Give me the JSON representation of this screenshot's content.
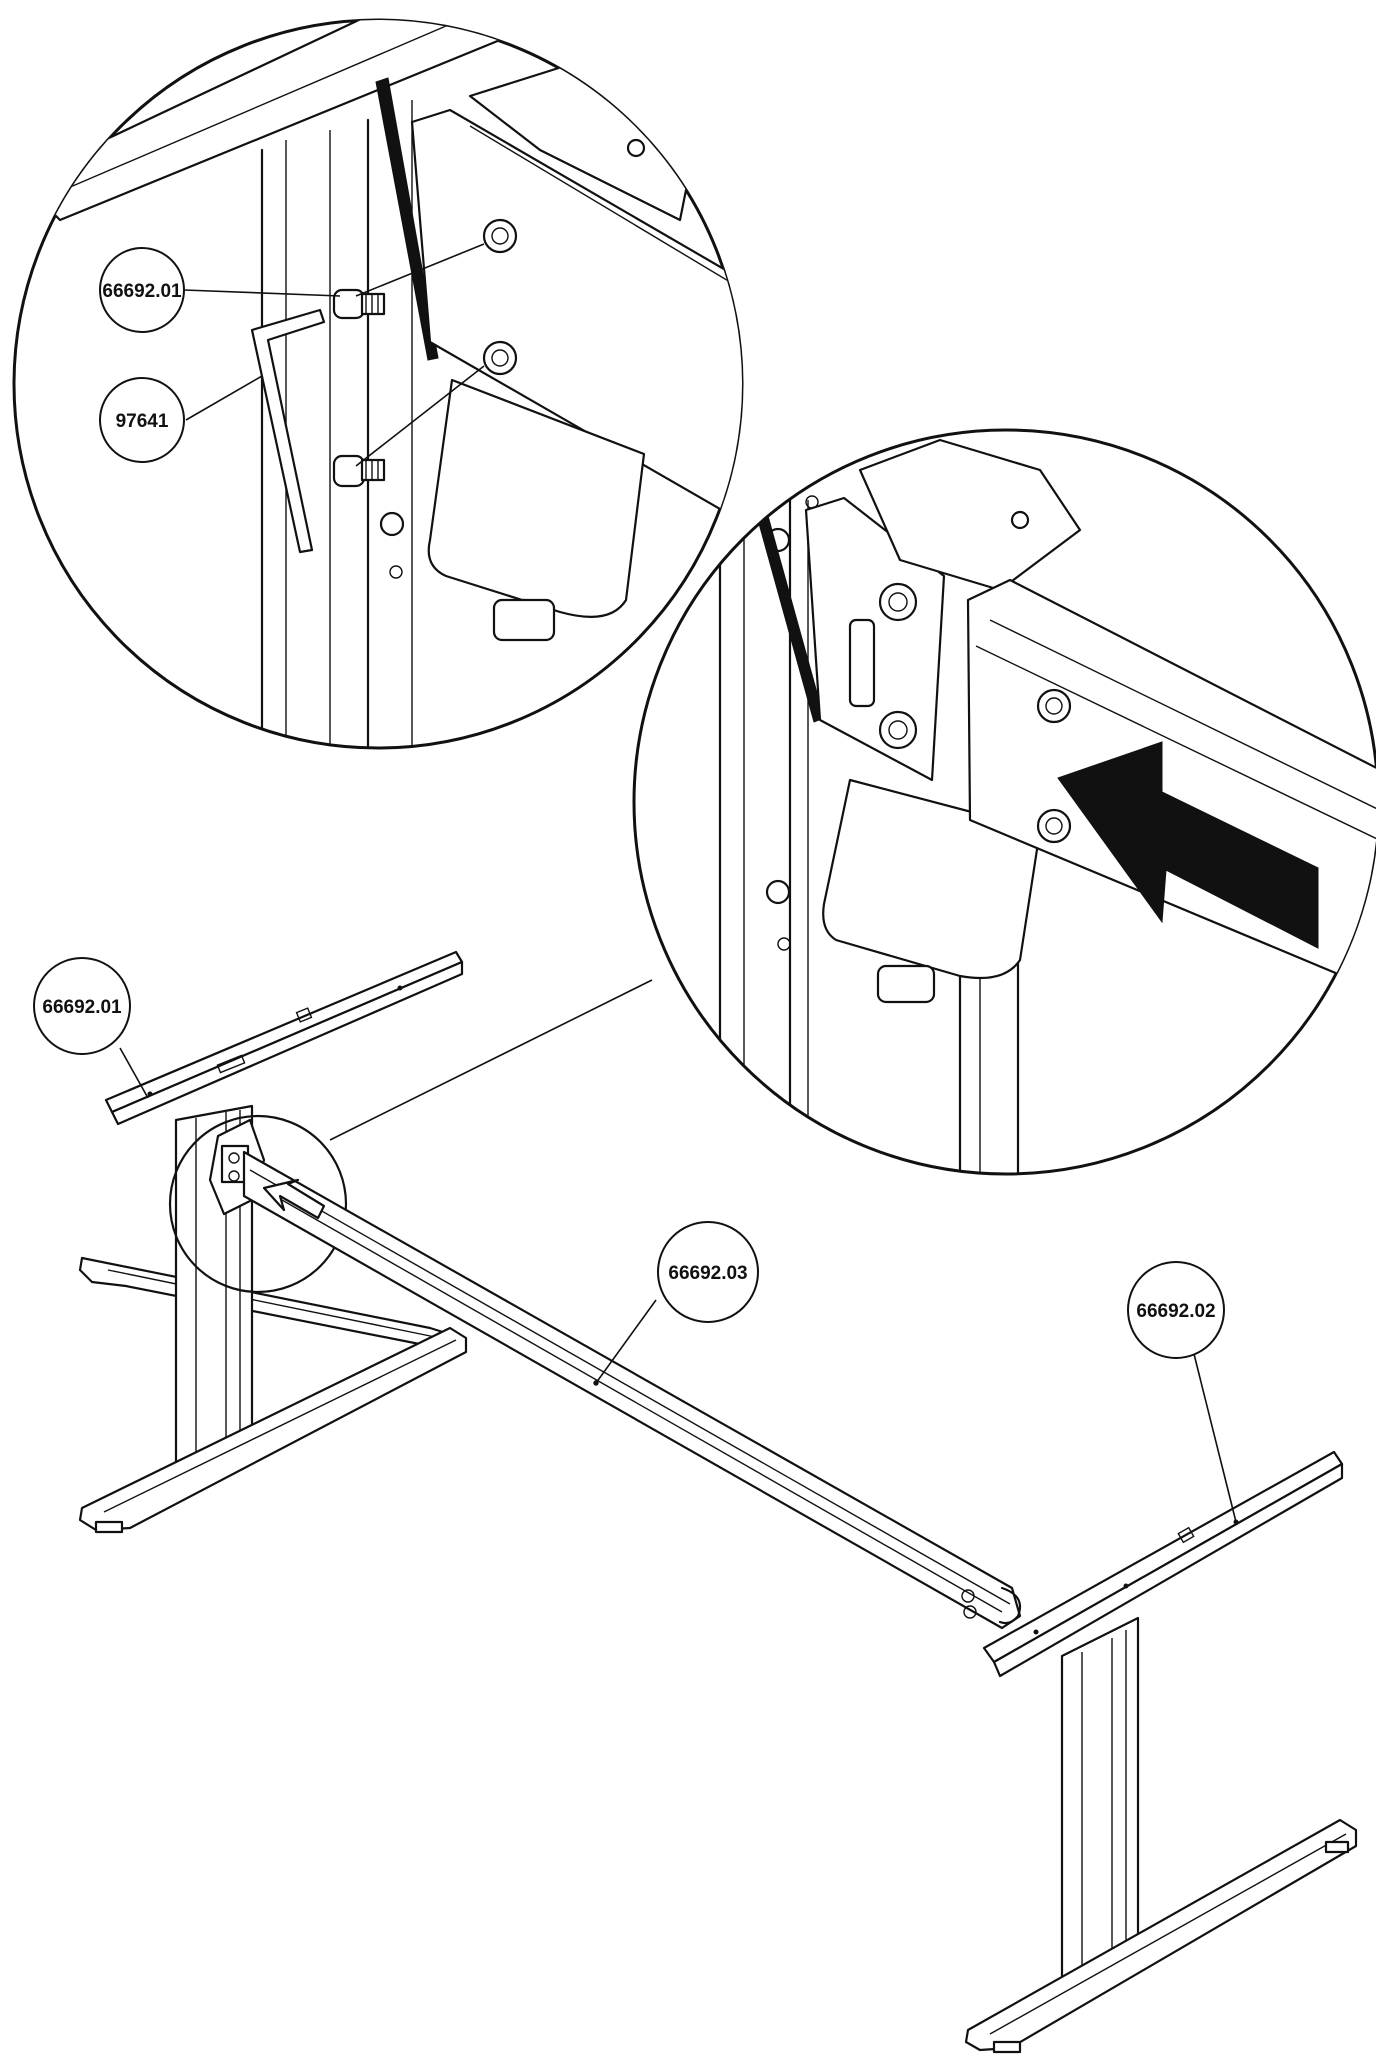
{
  "callouts": {
    "screw_detail": "66692.01",
    "hex_key": "97641",
    "left_frame": "66692.01",
    "crossbar": "66692.03",
    "right_frame": "66692.02"
  },
  "icons": {
    "insert_arrow": "arrow-icon",
    "hex_key": "allen-key-icon"
  },
  "colors": {
    "line": "#111111",
    "background": "#ffffff"
  }
}
